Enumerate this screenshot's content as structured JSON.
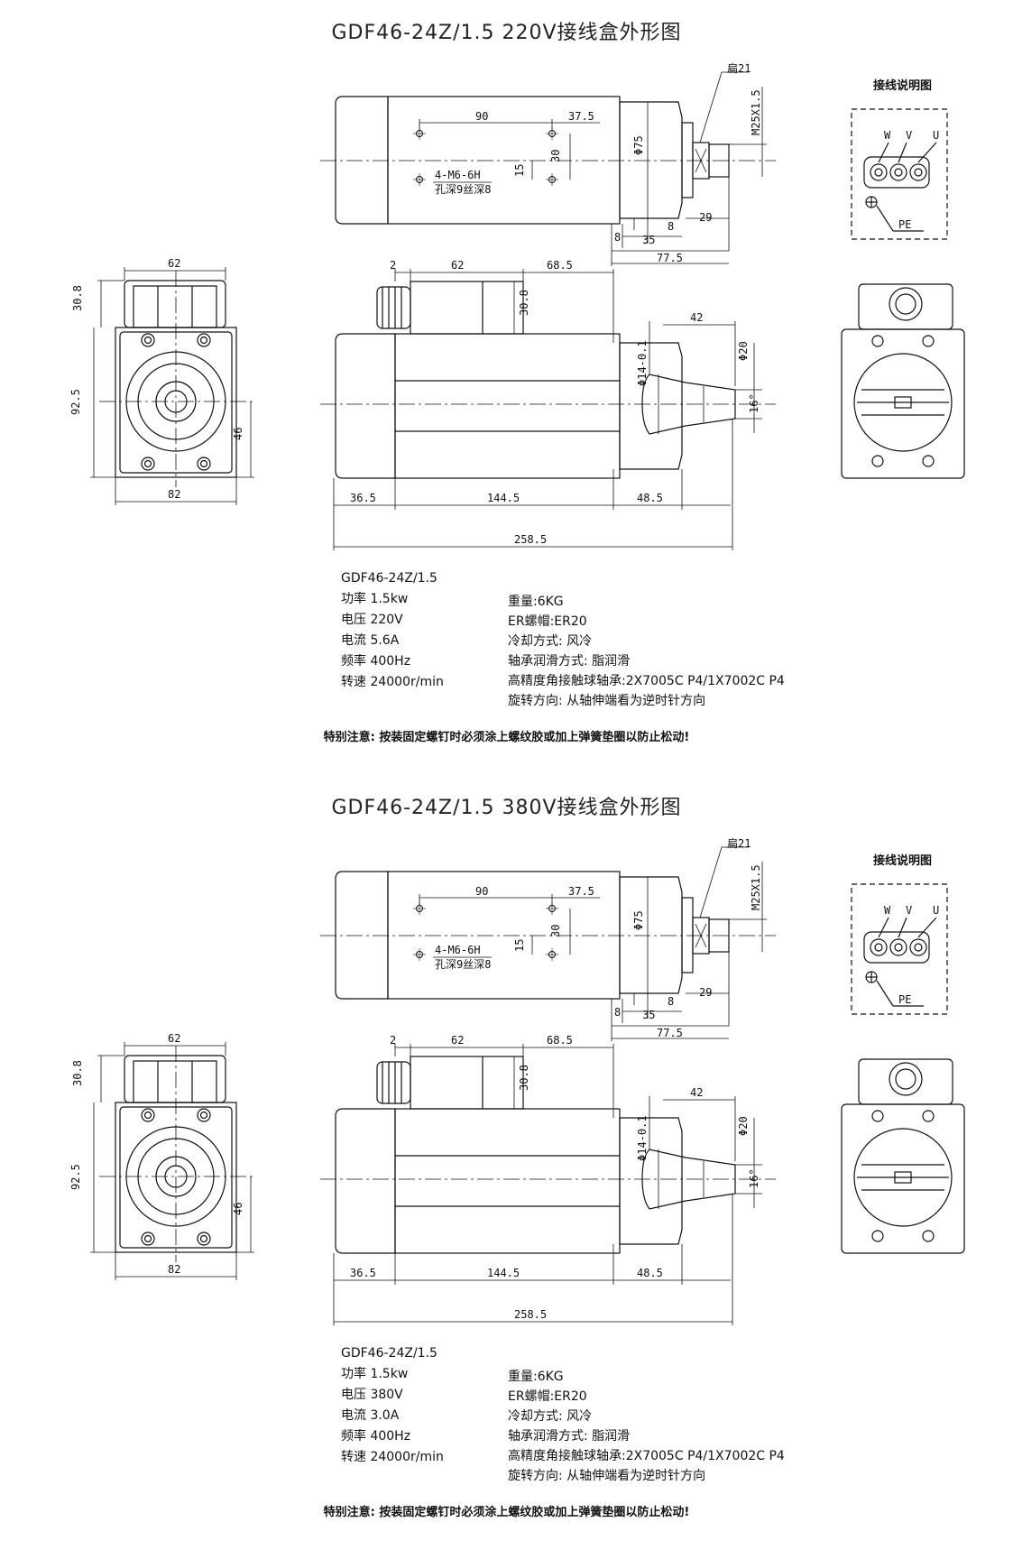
{
  "sheets": [
    {
      "title": "GDF46-24Z/1.5 220V接线盒外形图",
      "wiring_title": "接线说明图",
      "model": "GDF46-24Z/1.5",
      "specs_left": [
        "功率 1.5kw",
        "电压 220V",
        "电流 5.6A",
        "频率 400Hz",
        "转速 24000r/min"
      ],
      "specs_right": [
        "重量:6KG",
        "ER螺帽:ER20",
        "冷却方式: 风冷",
        "轴承润滑方式: 脂润滑",
        "高精度角接触球轴承:2X7005C P4/1X7002C P4",
        "旋转方向: 从轴伸端看为逆时针方向"
      ],
      "note": "特别注意: 按装固定螺钉时必须涂上螺纹胶或加上弹簧垫圈以防止松动!"
    },
    {
      "title": "GDF46-24Z/1.5 380V接线盒外形图",
      "wiring_title": "接线说明图",
      "model": "GDF46-24Z/1.5",
      "specs_left": [
        "功率 1.5kw",
        "电压 380V",
        "电流 3.0A",
        "频率 400Hz",
        "转速 24000r/min"
      ],
      "specs_right": [
        "重量:6KG",
        "ER螺帽:ER20",
        "冷却方式: 风冷",
        "轴承润滑方式: 脂润滑",
        "高精度角接触球轴承:2X7005C P4/1X7002C P4",
        "旋转方向: 从轴伸端看为逆时针方向"
      ],
      "note": "特别注意: 按装固定螺钉时必须涂上螺纹胶或加上弹簧垫圈以防止松动!"
    }
  ],
  "dims": {
    "flat": "扁21",
    "d90": "90",
    "d375": "37.5",
    "d30": "30",
    "d15": "15",
    "thread": "4-M6-6H",
    "depth": "孔深9丝深8",
    "phi75": "Φ75",
    "m25": "M25X1.5",
    "d29": "29",
    "d8a": "8",
    "d8b": "8",
    "d35": "35",
    "d775": "77.5",
    "d2": "2",
    "d62": "62",
    "d685": "68.5",
    "d308": "30.8",
    "d42": "42",
    "phi20": "Φ20",
    "phi14": "Φ14-0.1",
    "deg16": "16°",
    "d365": "36.5",
    "d1445": "144.5",
    "d485": "48.5",
    "d2585": "258.5",
    "f62": "62",
    "f308": "30.8",
    "f925": "92.5",
    "f46": "46",
    "f82": "82",
    "w": "W",
    "v": "V",
    "u": "U",
    "pe": "PE"
  }
}
